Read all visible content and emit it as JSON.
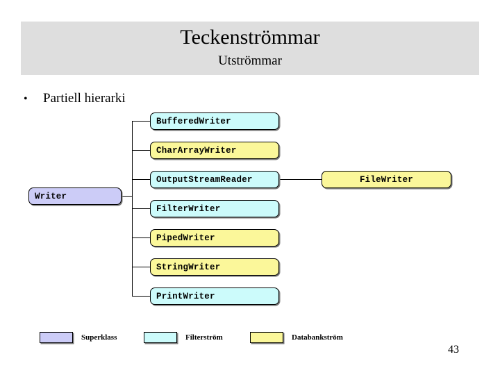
{
  "header": {
    "title": "Teckenströmmar",
    "subtitle": "Utströmmar",
    "band_color": "#dedede"
  },
  "bullet": {
    "glyph": "•",
    "text": "Partiell hierarki"
  },
  "diagram": {
    "superclass": {
      "label": "Writer",
      "kind": "superklass",
      "color": "#ccccf7"
    },
    "subclasses": [
      {
        "label": "BufferedWriter",
        "kind": "filterstrom",
        "color": "#ccfbfb"
      },
      {
        "label": "CharArrayWriter",
        "kind": "databankstrom",
        "color": "#fbf79a"
      },
      {
        "label": "OutputStreamReader",
        "kind": "filterstrom",
        "color": "#ccfbfb"
      },
      {
        "label": "FilterWriter",
        "kind": "filterstrom",
        "color": "#ccfbfb"
      },
      {
        "label": "PipedWriter",
        "kind": "databankstrom",
        "color": "#fbf79a"
      },
      {
        "label": "StringWriter",
        "kind": "databankstrom",
        "color": "#fbf79a"
      },
      {
        "label": "PrintWriter",
        "kind": "filterstrom",
        "color": "#ccfbfb"
      }
    ],
    "leaf": {
      "label": "FileWriter",
      "kind": "databankstrom",
      "color": "#fbf79a",
      "parent": "OutputStreamReader"
    }
  },
  "legend": {
    "items": [
      {
        "label": "Superklass",
        "color": "#ccccf7"
      },
      {
        "label": "Filterström",
        "color": "#ccfbfb"
      },
      {
        "label": "Databankström",
        "color": "#fbf79a"
      }
    ]
  },
  "footer": {
    "page_number": "43"
  }
}
